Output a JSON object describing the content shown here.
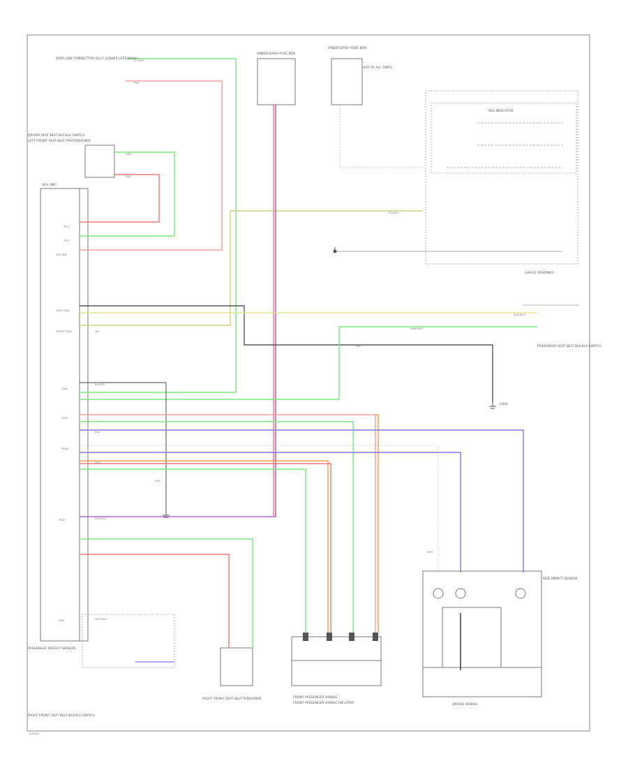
{
  "diagram": {
    "footer_id": "000000",
    "colors": {
      "green": "#7ce87c",
      "red": "#f07878",
      "pink": "#f4a0a0",
      "yellow": "#e4e490",
      "yellow_green": "#b8d070",
      "purple": "#b068c8",
      "blue": "#7878f0",
      "orange": "#f0a050",
      "gray": "#888888",
      "dark": "#444444"
    },
    "labels": {
      "data_link_connector": "DATA LINK CONNECTOR (DLC) (LOWER LEFT DASH)",
      "driver_belt_switch": "DRIVER SEAT BELT BUCKLE SWITCH",
      "left_front_sensor": "LEFT FRONT SEAT BELT PRETENSIONER",
      "fuse_box_left": "UNDER-DASH FUSE BOX",
      "fuse_box_right": "UNDER-DASH FUSE BOX",
      "fuse_notes": "HOT AT ALL TIMES",
      "gauge_assembly": "GAUGE ASSEMBLY",
      "sub_gauge": "SRS INDICATOR",
      "control_unit": "SRS UNIT",
      "srs_sensor": "SIDE IMPACT SENSOR",
      "ground_sensor": "G401",
      "passenger_switch_note": "PASSENGER SEAT BELT BUCKLE SWITCH",
      "front_passenger_sensor": "FRONT PASSENGER AIRBAG",
      "front_passenger_inflator": "FRONT PASSENGER AIRBAG INFLATOR",
      "driver_airbag": "DRIVER AIRBAG",
      "right_front_tensioner": "RIGHT FRONT SEAT BELT TENSIONER",
      "passenger_weight_sensor": "PASSENGER WEIGHT SENSOR",
      "right_front_belt_switch": "RIGHT FRONT SEAT BELT BUCKLE SWITCH"
    },
    "wires": {
      "grn": "GRN",
      "red": "RED",
      "blu": "BLU",
      "yel": "YEL",
      "pnk": "PNK",
      "org": "ORG",
      "blk": "BLK",
      "wht": "WHT",
      "gry": "GRY",
      "lt_grn": "LT GRN",
      "yel_blu": "YEL/BLU",
      "red_blu": "RED/BLU",
      "grn_wht": "GRN/WHT",
      "wht_blu": "WHT/BLU",
      "blk_yel": "BLK/YEL",
      "blk_wht": "BLK/WHT"
    },
    "ecu_labels": [
      "PG1",
      "PG2",
      "SRS IND",
      "DATA LINK",
      "FRONT SIDE",
      "GND",
      "SIDE",
      "REAR",
      "PASS",
      "DRV"
    ]
  }
}
